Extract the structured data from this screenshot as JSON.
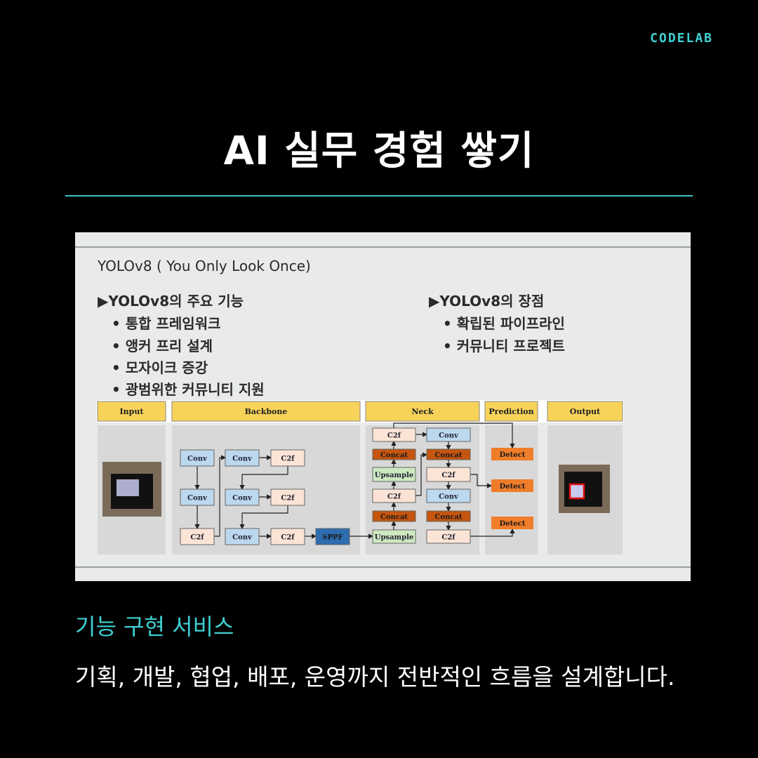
{
  "brand": "CODELAB",
  "title": "AI 실무 경험 쌓기",
  "slide": {
    "heading": "YOLOv8 ( You Only Look Once)",
    "features_title": "▶YOLOv8의 주요 기능",
    "features": [
      "• 통합 프레임워크",
      "• 앵커 프리 설계",
      "• 모자이크 증강",
      "• 광범위한 커뮤니티 지원"
    ],
    "advantages_title": "▶YOLOv8의 장점",
    "advantages": [
      "• 확립된 파이프라인",
      "• 커뮤니티 프로젝트"
    ],
    "diagram": {
      "sections": [
        "Input",
        "Backbone",
        "Neck",
        "Prediction",
        "Output"
      ],
      "backbone": [
        "Conv",
        "Conv",
        "C2f",
        "Conv",
        "Conv",
        "C2f",
        "C2f",
        "Conv",
        "C2f",
        "SPPF"
      ],
      "neck": [
        "C2f",
        "Conv",
        "Concat",
        "Concat",
        "Upsample",
        "C2f",
        "C2f",
        "Conv",
        "Concat",
        "Concat",
        "Upsample",
        "C2f"
      ],
      "detect": [
        "Detect",
        "Detect",
        "Detect"
      ],
      "colors": {
        "header": "#f7d35a",
        "conv": "#bcd8ef",
        "c2f": "#fbe4d6",
        "concat": "#c5550f",
        "upsample": "#cde9c0",
        "sppf": "#2d6db0",
        "detect": "#ef7d2a",
        "panel": "#d8d8d8"
      }
    }
  },
  "subtitle": "기능 구현 서비스",
  "description": "기획, 개발, 협업, 배포, 운영까지 전반적인 흐름을 설계합니다."
}
